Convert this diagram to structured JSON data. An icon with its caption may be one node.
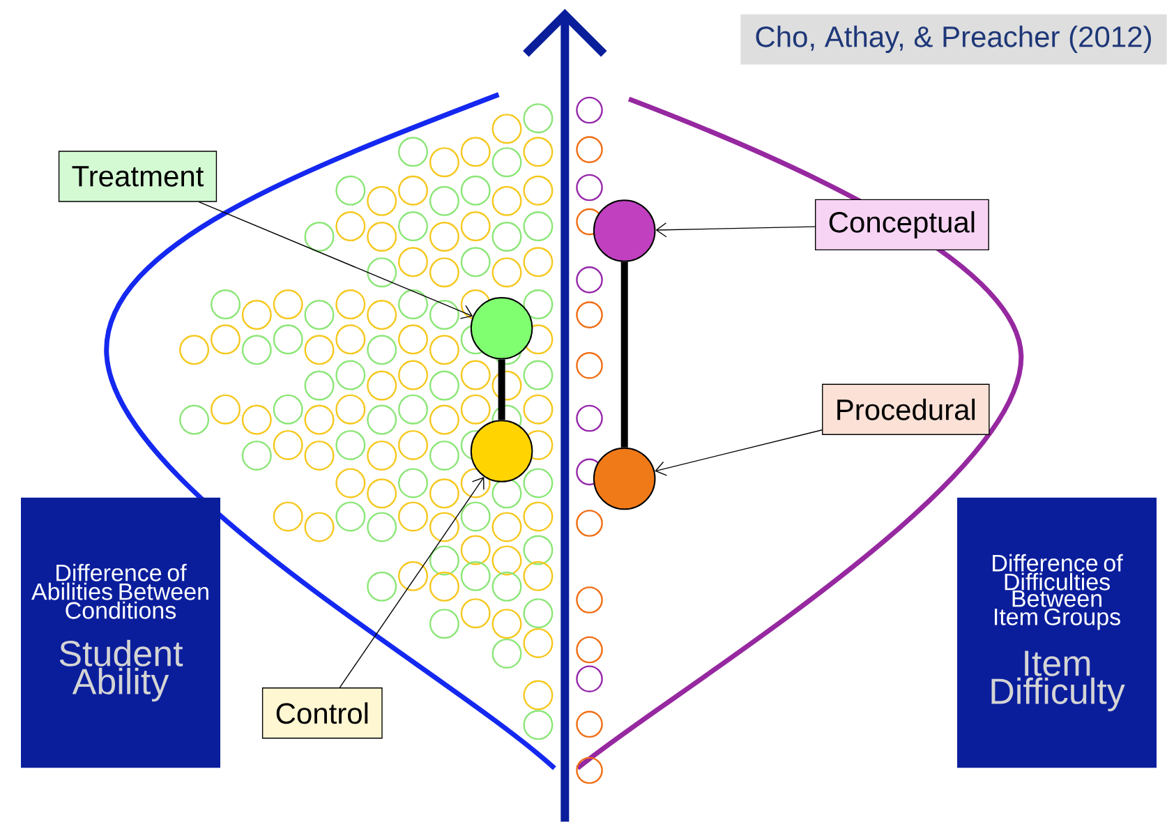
{
  "diagram": {
    "title": "Cho, Athay, & Preacher (2012)",
    "nodes": [
      {
        "text": [
          "Treatment"
        ]
      },
      {
        "text": [
          "Control"
        ]
      },
      {
        "text": [
          "Conceptual"
        ]
      },
      {
        "text": [
          "Procedural"
        ]
      },
      {
        "text": [],
        "shape": "circle"
      },
      {
        "text": [],
        "shape": "circle"
      },
      {
        "text": [],
        "shape": "circle"
      },
      {
        "text": [],
        "shape": "circle"
      },
      {
        "text": [
          "Difference of Abilities Between Conditions",
          "Student Ability"
        ]
      },
      {
        "text": [
          "Difference of Difficulties Between Item Groups",
          "Item Difficulty"
        ]
      }
    ],
    "edges": [
      {
        "from": 0,
        "to": 4,
        "arrow": "to"
      },
      {
        "from": 1,
        "to": 5,
        "arrow": "to"
      },
      {
        "from": 2,
        "to": 6,
        "arrow": "to"
      },
      {
        "from": 3,
        "to": 7,
        "arrow": "to"
      },
      {
        "from": 4,
        "to": 5,
        "arrow": "none",
        "style": "thick"
      },
      {
        "from": 6,
        "to": 7,
        "arrow": "none",
        "style": "thick"
      }
    ]
  }
}
